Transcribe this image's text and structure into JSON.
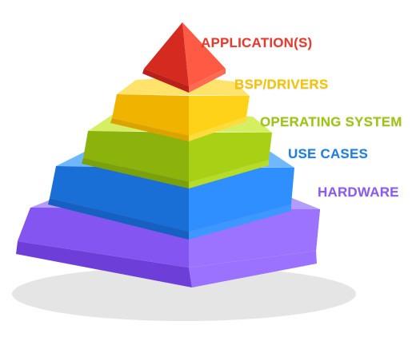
{
  "diagram": {
    "type": "pyramid",
    "layers": [
      {
        "label": "APPLICATION(S)",
        "color": "#e8392e"
      },
      {
        "label": "BSP/DRIVERS",
        "color": "#f5c400"
      },
      {
        "label": "OPERATING SYSTEM",
        "color": "#9cc410"
      },
      {
        "label": "USE CASES",
        "color": "#1f7fe0"
      },
      {
        "label": "HARDWARE",
        "color": "#8a5cf0"
      }
    ]
  }
}
